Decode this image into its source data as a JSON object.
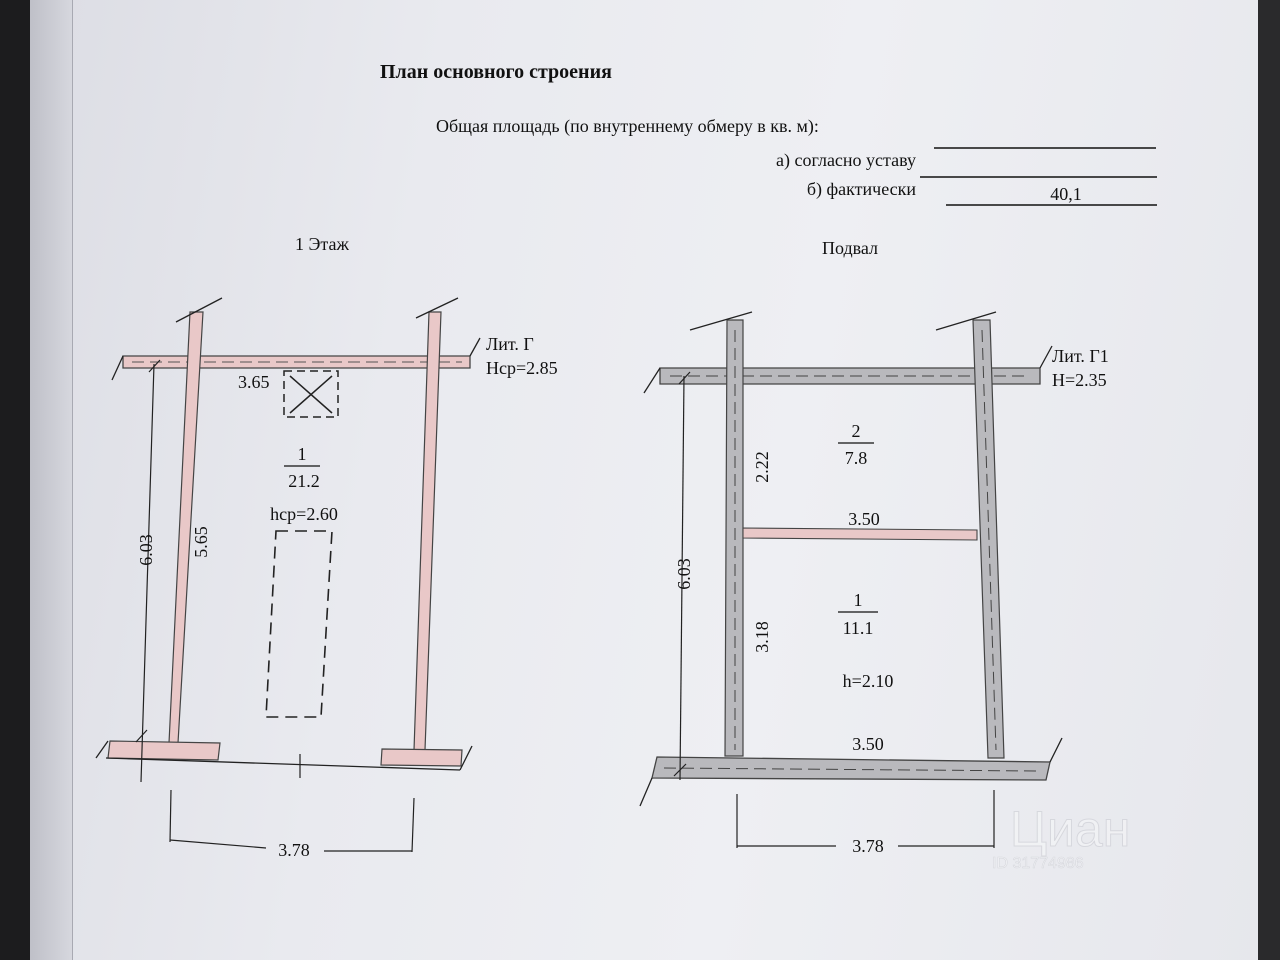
{
  "document": {
    "title": "План основного строения",
    "area": {
      "label_total": "Общая площадь (по внутреннему обмеру в кв. м):",
      "label_charter": "а) согласно уставу",
      "label_actual": "б) фактически",
      "value_actual": "40,1"
    }
  },
  "floor1": {
    "heading": "1 Этаж",
    "lit_label": "Лит. Г",
    "height_label": "Нср=2.85",
    "room_number": "1",
    "room_area": "21.2",
    "room_height": "hср=2.60",
    "dim_top_inner": "3.65",
    "dim_left_outer": "6.03",
    "dim_left_inner": "5.65",
    "dim_bottom": "3.78"
  },
  "basement": {
    "heading": "Подвал",
    "lit_label": "Лит. Г1",
    "height_label": "Н=2.35",
    "room2_number": "2",
    "room2_area": "7.8",
    "room1_number": "1",
    "room1_area": "11.1",
    "room1_height": "h=2.10",
    "dim_room2_height": "2.22",
    "dim_room1_height": "3.18",
    "dim_partition": "3.50",
    "dim_bottom_inner": "3.50",
    "dim_left_outer": "6.03",
    "dim_bottom": "3.78"
  },
  "watermark": {
    "logo_text": "Циан",
    "code": "ID 31774986"
  },
  "colors": {
    "floor1_wall_fill": "#e9c8c8",
    "basement_wall_fill": "#b9b9bd",
    "ink": "#111111"
  }
}
